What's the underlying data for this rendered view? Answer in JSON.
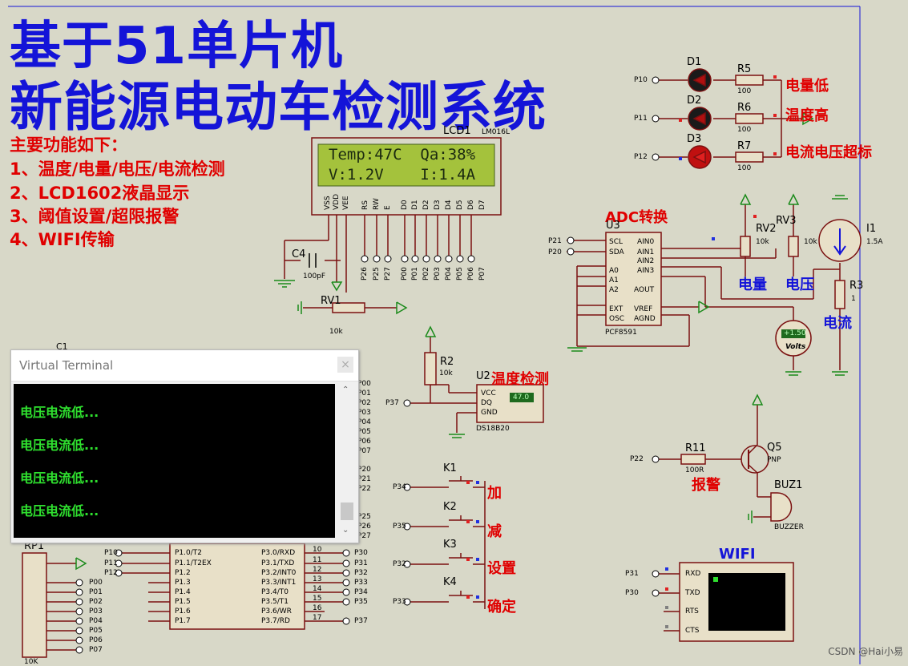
{
  "title": {
    "line1": "基于51单片机",
    "line2": "新能源电动车检测系统"
  },
  "functions": {
    "heading": "主要功能如下：",
    "items": [
      "1、温度/电量/电压/电流检测",
      "2、LCD1602液晶显示",
      "3、阈值设置/超限报警",
      "4、WIFI传输"
    ]
  },
  "lcd": {
    "ref": "LCD1",
    "model": "LM016L",
    "row1": "Temp:47C  Qa:38%",
    "row2": "V:1.2V    I:1.4A",
    "pins": [
      "VSS",
      "VDD",
      "VEE",
      "RS",
      "RW",
      "E",
      "D0",
      "D1",
      "D2",
      "D3",
      "D4",
      "D5",
      "D6",
      "D7"
    ],
    "nets": [
      "P26",
      "P25",
      "P27",
      "P00",
      "P01",
      "P02",
      "P03",
      "P04",
      "P05",
      "P06",
      "P07"
    ]
  },
  "leds": [
    {
      "net": "P10",
      "ref": "D1",
      "res": "R5",
      "val": "100",
      "label": "电量低"
    },
    {
      "net": "P11",
      "ref": "D2",
      "res": "R6",
      "val": "100",
      "label": "温度高"
    },
    {
      "net": "P12",
      "ref": "D3",
      "res": "R7",
      "val": "100",
      "label": "电流电压超标"
    }
  ],
  "adc": {
    "label": "ADC转换",
    "ref": "U3",
    "model": "PCF8591",
    "left_pins": [
      "SCL",
      "SDA",
      "A0",
      "A1",
      "A2",
      "EXT",
      "OSC"
    ],
    "right_pins": [
      "AIN0",
      "AIN1",
      "AIN2",
      "AIN3",
      "AOUT",
      "VREF",
      "AGND"
    ],
    "nets": [
      "P21",
      "P20"
    ]
  },
  "pots": {
    "rv2": {
      "ref": "RV2",
      "val": "10k",
      "label": "电量"
    },
    "rv3": {
      "ref": "RV3",
      "val": "10k",
      "label": "电压"
    },
    "rv1": {
      "ref": "RV1",
      "val": "10k"
    }
  },
  "current": {
    "ref": "I1",
    "val": "1.5A",
    "res": "R3",
    "res_val": "1",
    "label": "电流"
  },
  "voltmeter": {
    "reading": "+1.50",
    "unit": "Volts"
  },
  "cap": {
    "ref": "C4",
    "val": "100pF"
  },
  "temp": {
    "label": "温度检测",
    "ref": "U2",
    "model": "DS18B20",
    "reading": "47.0",
    "res": "R2",
    "res_val": "10k",
    "net": "P37",
    "pins": [
      "VCC",
      "DQ",
      "GND"
    ]
  },
  "alarm": {
    "net": "P22",
    "res": "R11",
    "res_val": "100R",
    "label": "报警",
    "q": "Q5",
    "q_type": "PNP",
    "buz": "BUZ1",
    "buz_type": "BUZZER"
  },
  "keys": [
    {
      "ref": "K1",
      "net": "P34",
      "label": "加"
    },
    {
      "ref": "K2",
      "net": "P35",
      "label": "减"
    },
    {
      "ref": "K3",
      "net": "P32",
      "label": "设置"
    },
    {
      "ref": "K4",
      "net": "P33",
      "label": "确定"
    }
  ],
  "wifi": {
    "label": "WIFI",
    "nets": [
      "P31",
      "P30"
    ],
    "pins": [
      "RXD",
      "TXD",
      "RTS",
      "CTS"
    ]
  },
  "terminal": {
    "title": "Virtual Terminal",
    "close": "×",
    "lines": [
      "电压电流低...",
      "电压电流低...",
      "电压电流低...",
      "电压电流低..."
    ]
  },
  "mcu": {
    "left_pins": [
      "P1.0/T2",
      "P1.1/T2EX",
      "P1.2",
      "P1.3",
      "P1.4",
      "P1.5",
      "P1.6",
      "P1.7"
    ],
    "right_pins": [
      "P3.0/RXD",
      "P3.1/TXD",
      "P3.2/INT0",
      "P3.3/INT1",
      "P3.4/T0",
      "P3.5/T1",
      "P3.6/WR",
      "P3.7/RD"
    ],
    "right_nums": [
      "10",
      "11",
      "12",
      "13",
      "14",
      "15",
      "16",
      "17"
    ],
    "left_nets": [
      "P10",
      "P11",
      "P12"
    ],
    "right_nets": [
      "P30",
      "P31",
      "P32",
      "P33",
      "P34",
      "P35",
      "P37"
    ],
    "p2_nets": [
      "P00",
      "P01",
      "P02",
      "P03",
      "P04",
      "P05",
      "P06",
      "P07",
      "P20",
      "P21",
      "P22",
      "P25",
      "P26",
      "P27"
    ],
    "c1": "C1"
  },
  "rp1": {
    "ref": "RP1",
    "val": "10K",
    "nets": [
      "P00",
      "P01",
      "P02",
      "P03",
      "P04",
      "P05",
      "P06",
      "P07"
    ]
  },
  "watermark": "CSDN @Hai小易"
}
